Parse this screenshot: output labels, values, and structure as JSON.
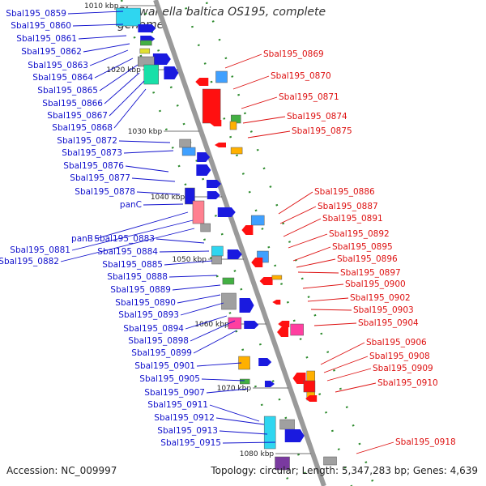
{
  "title": "Shewanella baltica OS195, complete genome",
  "accession": "Accession: NC_009997",
  "topology": "Topology: circular; Length: 5,347,283 bp; Genes: 4,639",
  "colors": {
    "axis": "#9a9a9a",
    "label_left": "#1010cc",
    "label_right": "#dd1010",
    "ticks_green": "#2e8b2e"
  },
  "kbp_marks": [
    "1010 kbp",
    "1020 kbp",
    "1030 kbp",
    "1040 kbp",
    "1050 kbp",
    "1060 kbp",
    "1070 kbp",
    "1080 kbp"
  ],
  "left_genes": [
    "Sbal195_0859",
    "Sbal195_0860",
    "Sbal195_0861",
    "Sbal195_0862",
    "Sbal195_0863",
    "Sbal195_0864",
    "Sbal195_0865",
    "Sbal195_0866",
    "Sbal195_0867",
    "Sbal195_0868",
    "Sbal195_0872",
    "Sbal195_0873",
    "Sbal195_0876",
    "Sbal195_0877",
    "Sbal195_0878",
    "panC",
    "panB",
    "Sbal195_0881",
    "Sbal195_0882",
    "Sbal195_0883",
    "Sbal195_0884",
    "Sbal195_0885",
    "Sbal195_0888",
    "Sbal195_0889",
    "Sbal195_0890",
    "Sbal195_0893",
    "Sbal195_0894",
    "Sbal195_0898",
    "Sbal195_0899",
    "Sbal195_0901",
    "Sbal195_0905",
    "Sbal195_0907",
    "Sbal195_0911",
    "Sbal195_0912",
    "Sbal195_0913",
    "Sbal195_0915"
  ],
  "right_genes": [
    "Sbal195_0869",
    "Sbal195_0870",
    "Sbal195_0871",
    "Sbal195_0874",
    "Sbal195_0875",
    "Sbal195_0886",
    "Sbal195_0887",
    "Sbal195_0891",
    "Sbal195_0892",
    "Sbal195_0895",
    "Sbal195_0896",
    "Sbal195_0897",
    "Sbal195_0900",
    "Sbal195_0902",
    "Sbal195_0903",
    "Sbal195_0904",
    "Sbal195_0906",
    "Sbal195_0908",
    "Sbal195_0909",
    "Sbal195_0910",
    "Sbal195_0918"
  ]
}
